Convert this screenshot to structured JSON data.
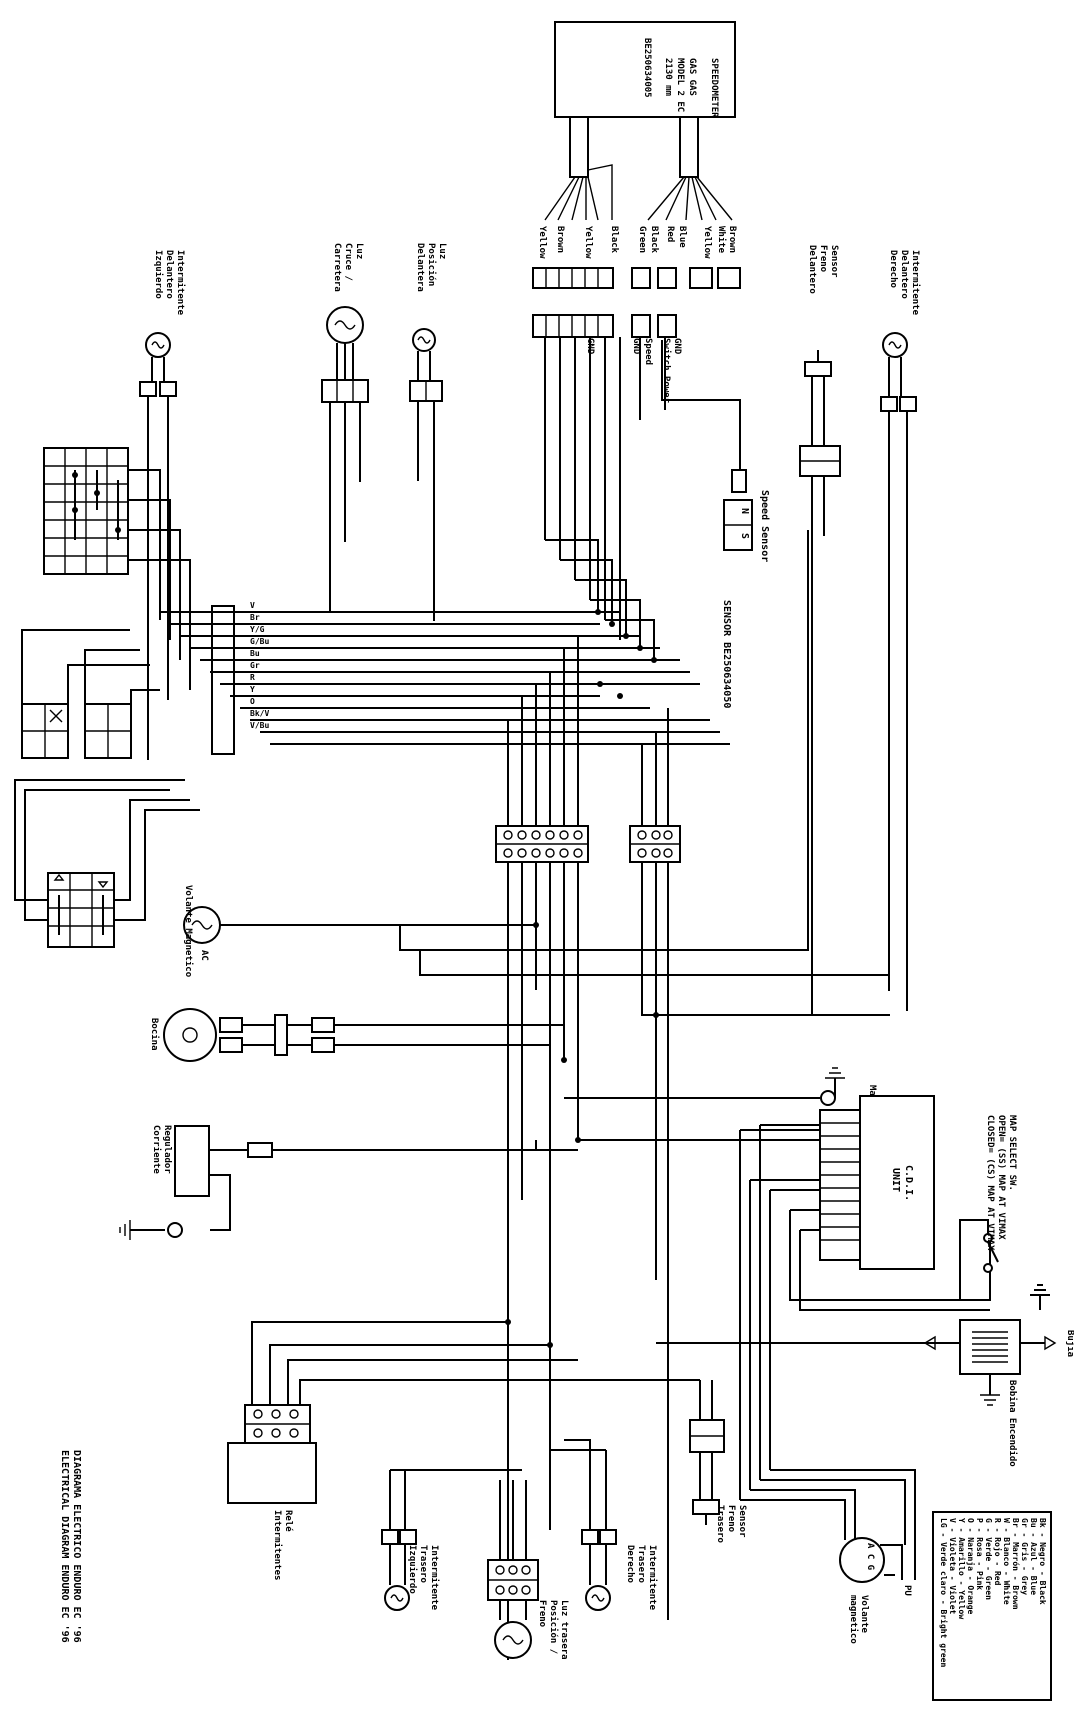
{
  "title": {
    "line1": "DIAGRAMA ELECTRICO ENDURO EC '96",
    "line2": "ELECTRICAL DIAGRAM ENDURO EC '96"
  },
  "speedometer": {
    "lines": [
      "SPEEDOMETER",
      "GAS GAS",
      "MODEL 2 EC",
      "2130 mm",
      "BE250634005"
    ],
    "wires": [
      "Brown",
      "White",
      "Yellow",
      "Blue",
      "Red",
      "Black",
      "Green",
      "Black",
      "Yellow",
      "Brown",
      "Yellow"
    ]
  },
  "sensor_module": {
    "pins": [
      "GND",
      "Switch Power",
      "Speed",
      "GND"
    ],
    "label": "SENSOR BE250634050"
  },
  "speed_sensor": {
    "label": "Speed Sensor",
    "poles": [
      "N",
      "S"
    ]
  },
  "components": {
    "int_del_izq": [
      "Intermitente",
      "Delantero",
      "Izquierdo"
    ],
    "luz_cruce": [
      "Luz",
      "Cruce /",
      "Carretera"
    ],
    "luz_posicion": [
      "Luz",
      "Posición",
      "Delantera"
    ],
    "sensor_freno_del": [
      "Sensor",
      "Freno",
      "Delantero"
    ],
    "int_del_der": [
      "Intermitente",
      "Delantero",
      "Derecho"
    ],
    "volante": [
      "Volante Magnetico"
    ],
    "ac": "AC",
    "bocina": "Bocina",
    "regulador": [
      "Regulador",
      "Corriente"
    ],
    "masa": "Masa",
    "cdi": [
      "C.D.I.",
      "UNIT"
    ],
    "map_select": [
      "MAP SELECT SW.",
      "OPEN= (SS) MAP AT VIMAX",
      "CLOSED= (CS) MAP AT VIMAX"
    ],
    "bujia": "Bujia",
    "bobina": [
      "Bobina Encendido"
    ],
    "acg": "A C G",
    "pu": "PU",
    "volante_acg": [
      "Volante",
      "magnetico"
    ],
    "rele": [
      "Relé",
      "Intermitentes"
    ],
    "int_tra_izq": [
      "Intermitente",
      "Trasero",
      "Izquierdo"
    ],
    "luz_trasera": [
      "Luz trasera",
      "Posición /",
      "Freno"
    ],
    "int_tra_der": [
      "Intermitente",
      "Trasero",
      "Derecho"
    ],
    "sensor_freno_tra": [
      "Sensor",
      "Freno",
      "Trasero"
    ]
  },
  "wire_codes_vertical": [
    "V",
    "Br",
    "Y/G",
    "G/Bu",
    "Bu",
    "Gr",
    "R",
    "Y",
    "O",
    "Bk/V",
    "V/Bu"
  ],
  "legend": [
    "Bk - Negro - Black",
    "Bu - Azul - Blue",
    "Gr - Gris - Grey",
    "Br - Marrón - Brown",
    "W - Blanco - White",
    "R - Rojo - Red",
    "G - Verde - Green",
    "P - Rosa - Pink",
    "O - Naranja - Orange",
    "Y - Amarillo - Yellow",
    "V - Violeta - Violet",
    "LG - Verde claro - Bright green"
  ]
}
